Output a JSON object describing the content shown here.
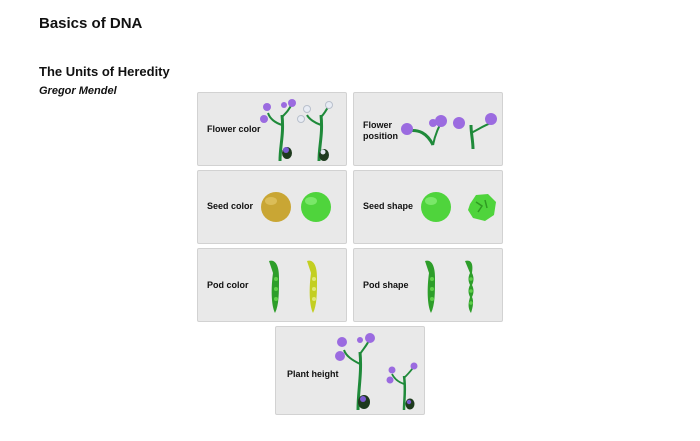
{
  "page": {
    "title": "Basics of DNA",
    "subtitle": "The Units of Heredity",
    "author": "Gregor Mendel"
  },
  "colors": {
    "flower_purple": "#9b6be0",
    "stem_green": "#1f8a3a",
    "seed_yellow": "#c9a634",
    "seed_green": "#4fd43c",
    "pod_green": "#2e9e2a",
    "pod_yellow": "#c3cf22",
    "card_bg": "#e9e9e9"
  },
  "traits": [
    {
      "id": "flower-color",
      "label": "Flower color",
      "icons": [
        "purple-flower-plant-icon",
        "white-flower-plant-icon"
      ]
    },
    {
      "id": "flower-position",
      "label_line1": "Flower",
      "label_line2": "position",
      "icons": [
        "axial-flower-icon",
        "terminal-flower-icon"
      ]
    },
    {
      "id": "seed-color",
      "label": "Seed color",
      "icons": [
        "yellow-seed-icon",
        "green-seed-icon"
      ]
    },
    {
      "id": "seed-shape",
      "label": "Seed shape",
      "icons": [
        "round-seed-icon",
        "wrinkled-seed-icon"
      ]
    },
    {
      "id": "pod-color",
      "label": "Pod color",
      "icons": [
        "green-pod-icon",
        "yellow-pod-icon"
      ]
    },
    {
      "id": "pod-shape",
      "label": "Pod shape",
      "icons": [
        "inflated-pod-icon",
        "constricted-pod-icon"
      ]
    },
    {
      "id": "plant-height",
      "label": "Plant height",
      "icons": [
        "tall-plant-icon",
        "short-plant-icon"
      ]
    }
  ]
}
